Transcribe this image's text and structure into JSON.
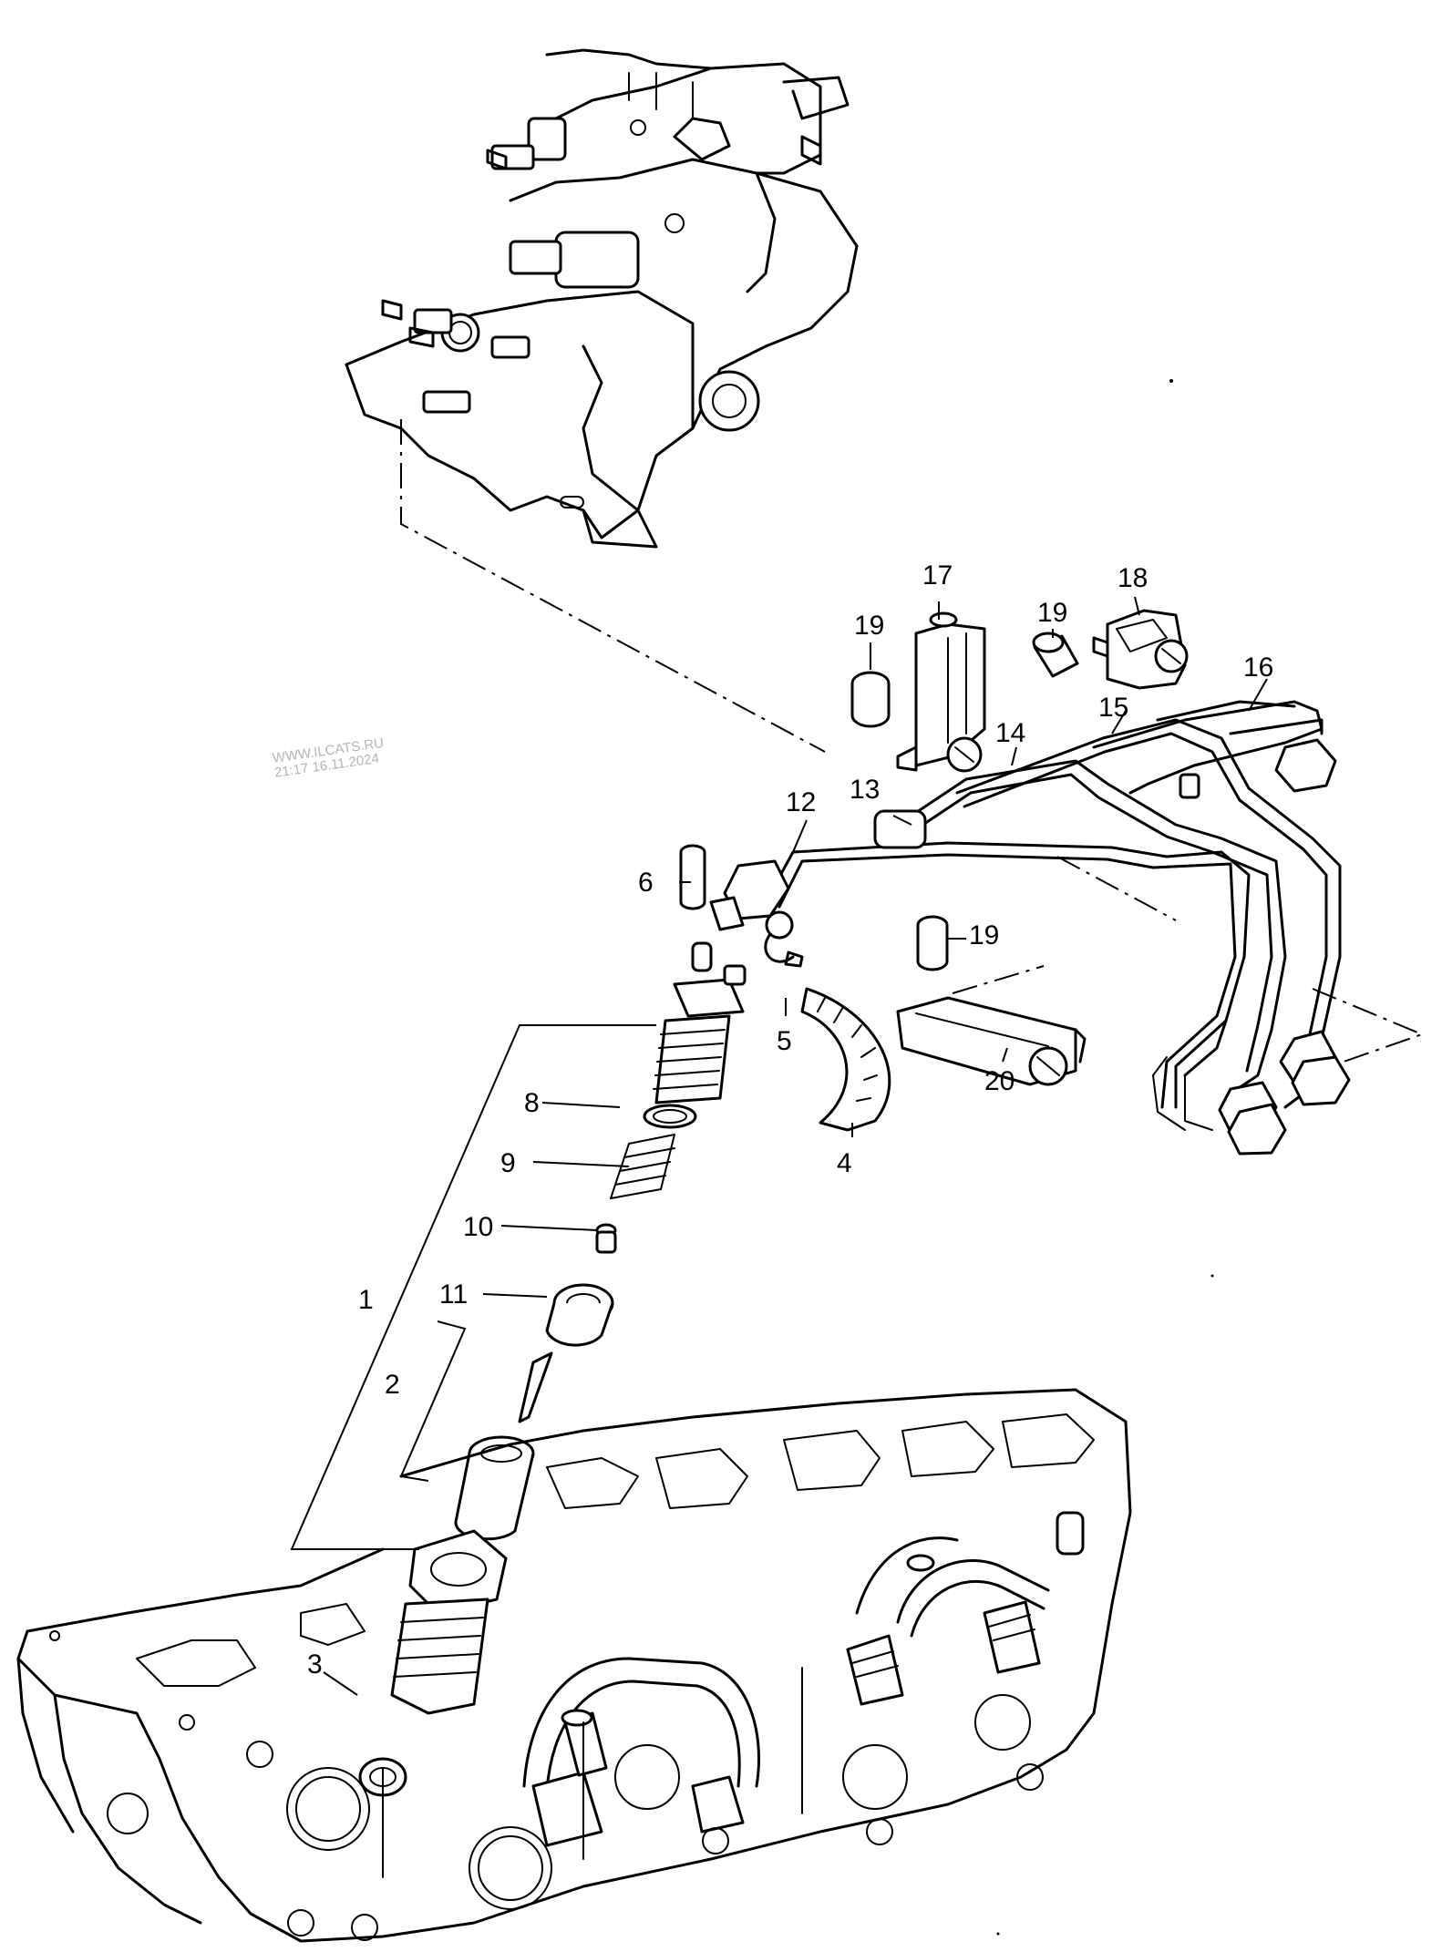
{
  "watermark": {
    "site": "WWW.ILCATS.RU",
    "timestamp": "21:17 16.11.2024"
  },
  "callouts": {
    "c1": "1",
    "c2": "2",
    "c3": "3",
    "c4": "4",
    "c5": "5",
    "c6": "6",
    "c8": "8",
    "c9": "9",
    "c10": "10",
    "c11": "11",
    "c12": "12",
    "c13": "13",
    "c14": "14",
    "c15": "15",
    "c16": "16",
    "c17": "17",
    "c18": "18",
    "c19a": "19",
    "c19b": "19",
    "c19c": "19",
    "c20": "20"
  },
  "icons": [
    "injection-pump-icon",
    "cylinder-head-icon",
    "injector-icon",
    "injection-pipes-icon",
    "leak-off-hose-icon",
    "clamp-icon",
    "pipe-holder-icon"
  ]
}
